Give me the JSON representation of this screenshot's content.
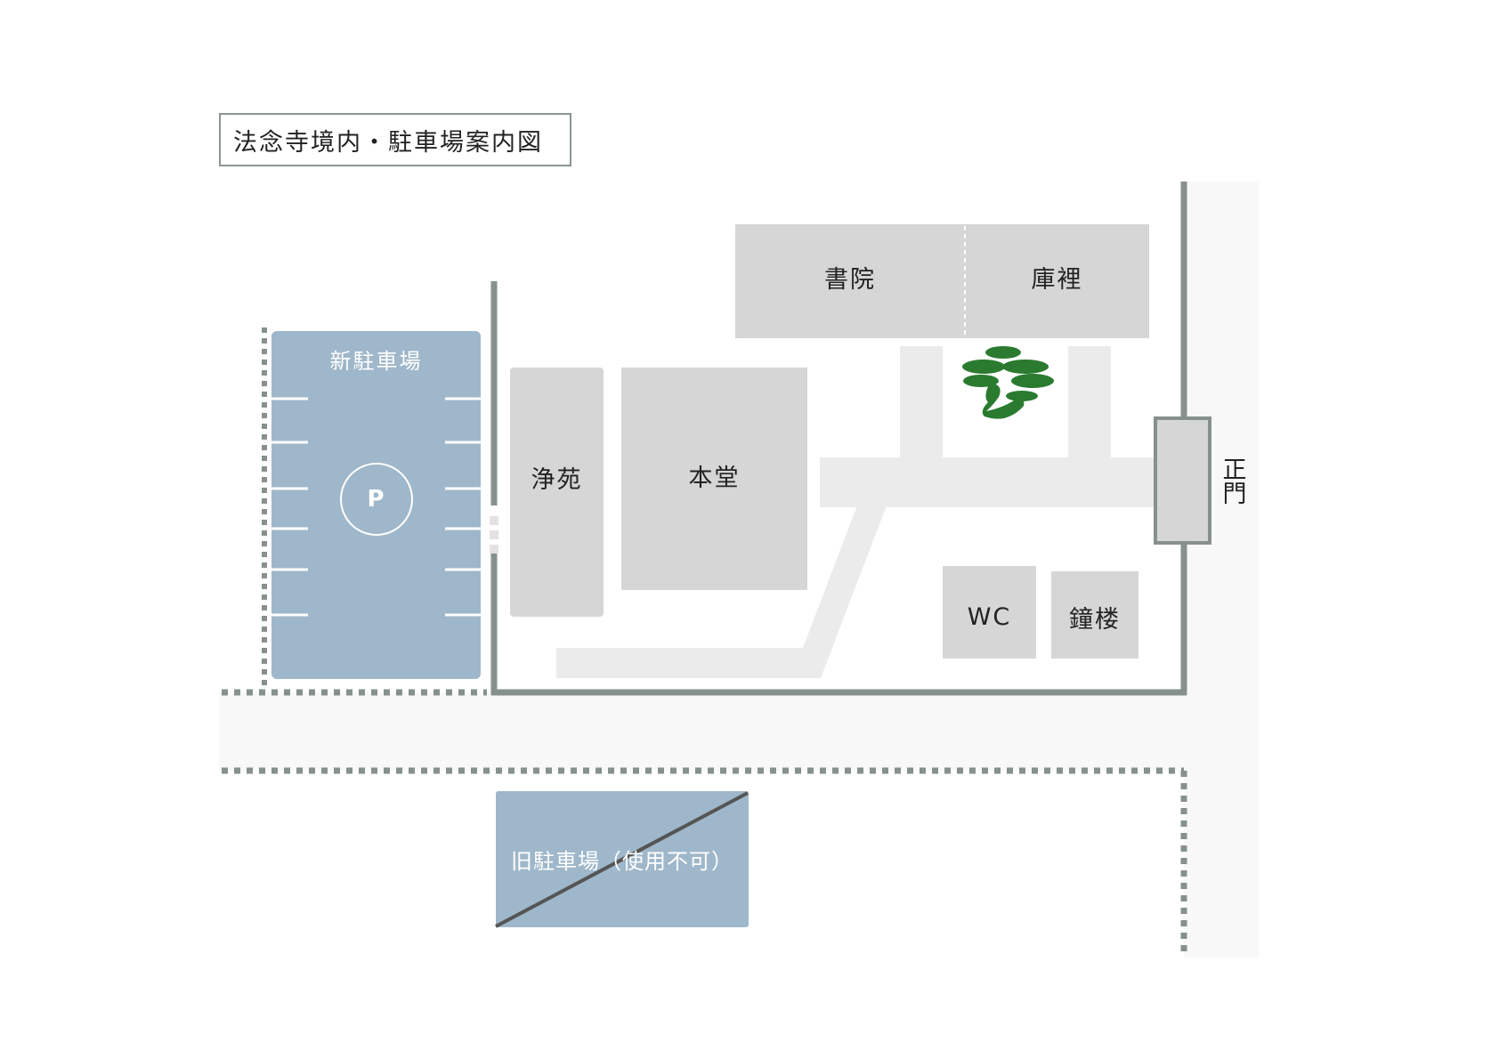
{
  "title": "法念寺境内・駐車場案内図",
  "labels": {
    "shoin": "書院",
    "kuri": "庫裡",
    "joen": "浄苑",
    "hondo": "本堂",
    "wc": "WC",
    "shoro": "鐘楼",
    "seimon": "正門",
    "new_parking": "新駐車場",
    "parking_symbol": "P",
    "old_parking": "旧駐車場（使用不可）"
  },
  "icons": {
    "pine_tree": "pine-tree-icon",
    "parking": "parking-icon"
  },
  "colors": {
    "building": "#d6d6d6",
    "path": "#ebebeb",
    "wall": "#86918e",
    "parking": "#9fb7ca",
    "road": "#f8f8f8",
    "tree": "#2a7a30",
    "text": "#222222"
  }
}
